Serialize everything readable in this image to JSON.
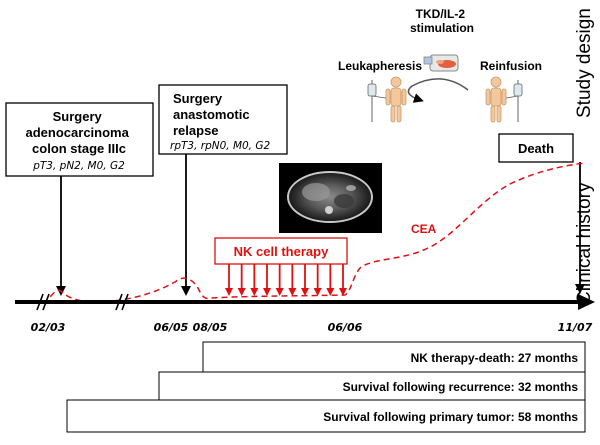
{
  "events": {
    "surgery1": {
      "title_lines": [
        "Surgery",
        "adenocarcinoma",
        "colon stage IIIc"
      ],
      "staging": "pT3, pN2, M0, G2"
    },
    "surgery2": {
      "title_lines": [
        "Surgery",
        "anastomotic",
        "relapse"
      ],
      "staging": "rpT3, rpN0, M0, G2"
    },
    "death": "Death"
  },
  "procedure": {
    "stimulation_lines": [
      "TKD/IL-2",
      "stimulation"
    ],
    "leukapheresis": "Leukapheresis",
    "reinfusion": "Reinfusion"
  },
  "side_labels": {
    "study_design": "Study design",
    "clinical_history": "Clinical history"
  },
  "therapy": {
    "nk_label": "NK cell therapy",
    "cea_label": "CEA",
    "infusion_count": 10
  },
  "timeline": {
    "dates": [
      "02/03",
      "06/05",
      "08/05",
      "06/06",
      "11/07"
    ]
  },
  "durations": [
    "NK therapy-death: 27 months",
    "Survival following recurrence: 32 months",
    "Survival following primary tumor: 58 months"
  ],
  "colors": {
    "accent_red": "#e01010",
    "line_black": "#000000"
  }
}
